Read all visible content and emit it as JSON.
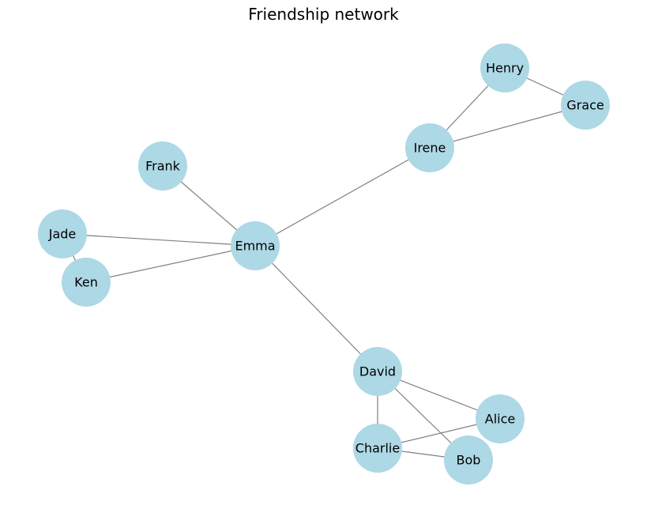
{
  "title": "Friendship network",
  "colors": {
    "node_fill": "#add8e6",
    "edge": "#808080",
    "label": "#000000"
  },
  "nodes": [
    {
      "id": "Henry"
    },
    {
      "id": "Grace"
    },
    {
      "id": "Irene"
    },
    {
      "id": "Frank"
    },
    {
      "id": "Jade"
    },
    {
      "id": "Emma"
    },
    {
      "id": "Ken"
    },
    {
      "id": "David"
    },
    {
      "id": "Alice"
    },
    {
      "id": "Charlie"
    },
    {
      "id": "Bob"
    }
  ],
  "edges": [
    [
      "Henry",
      "Grace"
    ],
    [
      "Henry",
      "Irene"
    ],
    [
      "Grace",
      "Irene"
    ],
    [
      "Irene",
      "Emma"
    ],
    [
      "Frank",
      "Emma"
    ],
    [
      "Jade",
      "Emma"
    ],
    [
      "Jade",
      "Ken"
    ],
    [
      "Ken",
      "Emma"
    ],
    [
      "Emma",
      "David"
    ],
    [
      "David",
      "Alice"
    ],
    [
      "David",
      "Charlie"
    ],
    [
      "David",
      "Bob"
    ],
    [
      "Charlie",
      "Alice"
    ],
    [
      "Charlie",
      "Bob"
    ]
  ]
}
